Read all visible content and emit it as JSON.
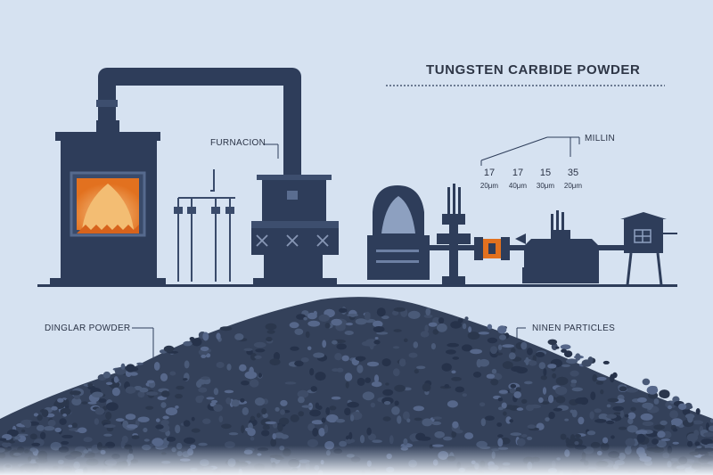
{
  "title": "TUNGSTEN CARBIDE POWDER",
  "labels": {
    "furnace": "FURNACION",
    "mill": "MILLIN",
    "coarse": "DINGLAR POWDER",
    "fine": "NINEN PARTICLES"
  },
  "scale": [
    {
      "value": "17",
      "unit": "20μm"
    },
    {
      "value": "17",
      "unit": "40μm"
    },
    {
      "value": "15",
      "unit": "30μm"
    },
    {
      "value": "35",
      "unit": "20μm"
    }
  ],
  "colors": {
    "background": "#d6e2f1",
    "machinery": "#2e3d5a",
    "flame_outer": "#e2711f",
    "flame_inner": "#f3bd73",
    "powder": "#3a4861"
  }
}
